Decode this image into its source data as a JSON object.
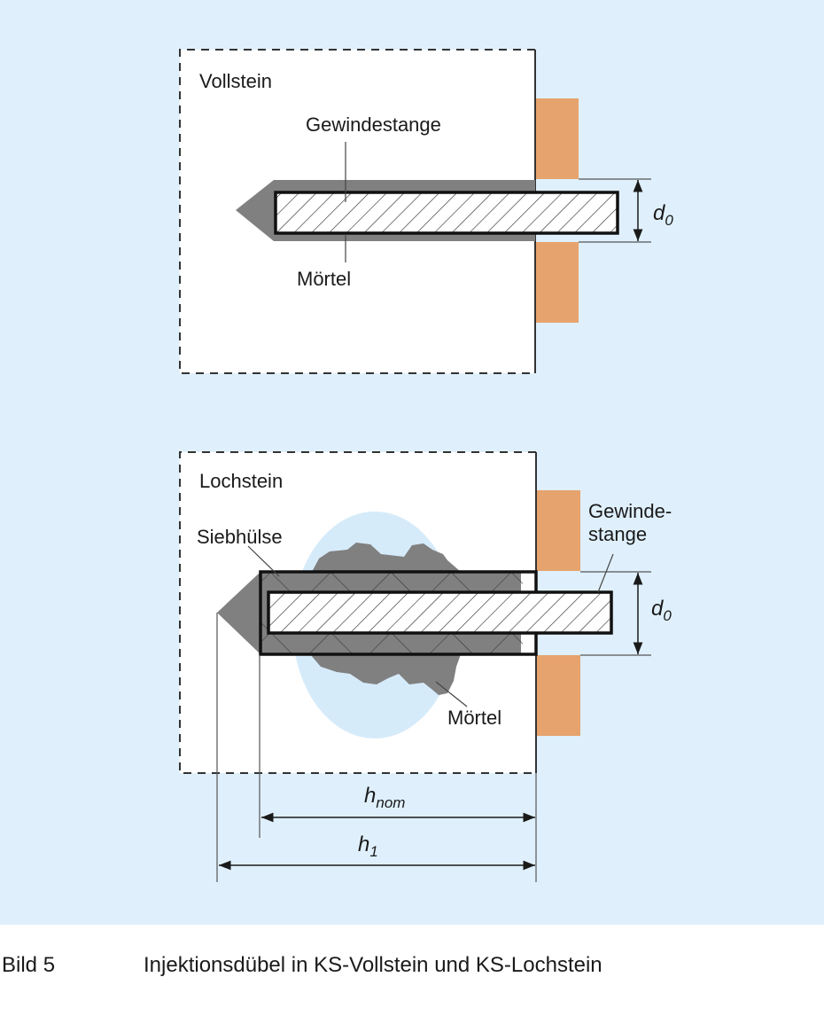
{
  "colors": {
    "background": "#dff0fc",
    "brick": "#ffffff",
    "plate": "#e6a36d",
    "mortar": "#808080",
    "cavity": "#d6ebfa",
    "outline": "#1a1a1a"
  },
  "top_diagram": {
    "title": "Vollstein",
    "rod_label": "Gewindestange",
    "mortar_label": "Mörtel",
    "dimension": {
      "symbol": "d",
      "subscript": "0"
    }
  },
  "bottom_diagram": {
    "title": "Lochstein",
    "sleeve_label": "Siebhülse",
    "rod_label_line1": "Gewinde-",
    "rod_label_line2": "stange",
    "mortar_label": "Mörtel",
    "dimension_d": {
      "symbol": "d",
      "subscript": "0"
    },
    "dimension_hnom": {
      "symbol": "h",
      "subscript": "nom"
    },
    "dimension_h1": {
      "symbol": "h",
      "subscript": "1"
    }
  },
  "caption": {
    "number": "Bild 5",
    "text": "Injektionsdübel in KS-Vollstein und KS-Lochstein"
  }
}
